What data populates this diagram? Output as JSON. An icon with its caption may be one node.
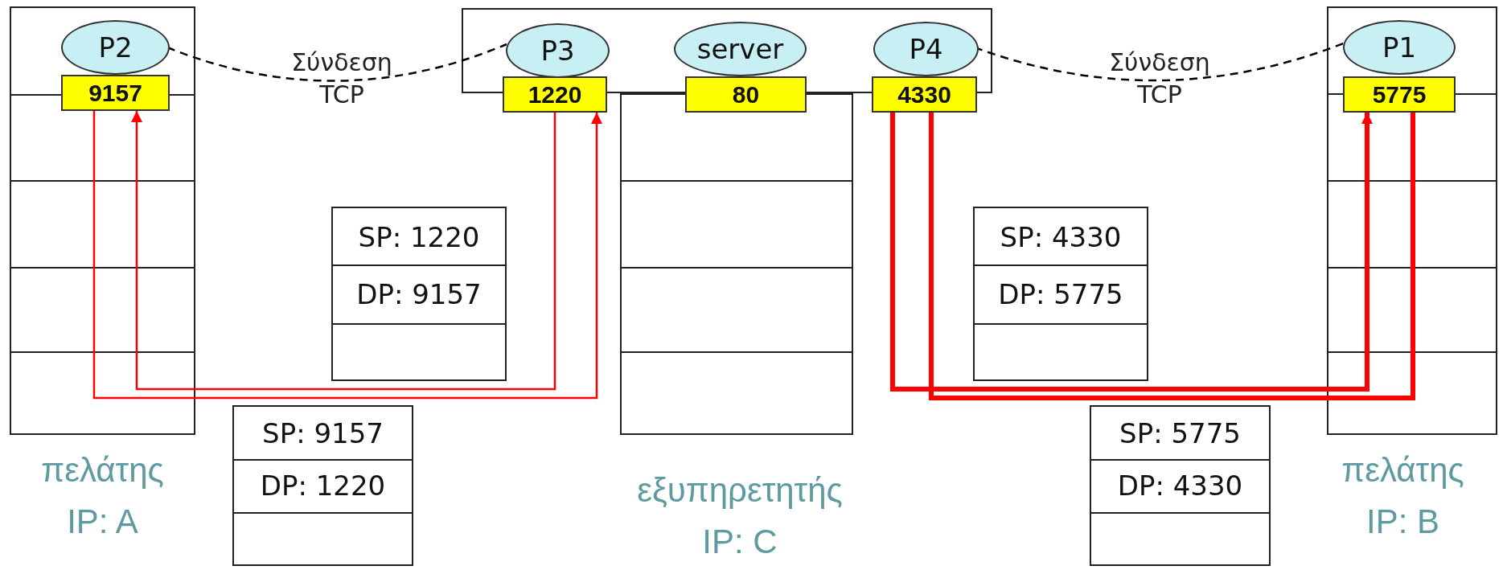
{
  "diagram": {
    "nodes": [
      {
        "text": [
          "πελάτης IP: A"
        ]
      },
      {
        "text": [
          "P2"
        ],
        "in": 0
      },
      {
        "text": [
          "9157"
        ],
        "in": 0
      },
      {
        "text": [],
        "shape": "box"
      },
      {
        "text": [
          "P3"
        ],
        "in": 3
      },
      {
        "text": [
          "1220"
        ]
      },
      {
        "text": [
          "server"
        ],
        "in": 3
      },
      {
        "text": [
          "80"
        ]
      },
      {
        "text": [
          "P4"
        ],
        "in": 3
      },
      {
        "text": [
          "4330"
        ]
      },
      {
        "text": [
          "εξυπηρετητής IP: C"
        ]
      },
      {
        "text": [
          "πελάτης IP: B"
        ]
      },
      {
        "text": [
          "P1"
        ],
        "in": 11
      },
      {
        "text": [
          "5775"
        ],
        "in": 11
      },
      {
        "text": [
          "SP: 1220",
          "DP: 9157"
        ]
      },
      {
        "text": [
          "SP: 9157",
          "DP: 1220"
        ]
      },
      {
        "text": [
          "SP: 4330",
          "DP: 5775"
        ]
      },
      {
        "text": [
          "SP: 5775",
          "DP: 4330"
        ]
      }
    ],
    "edges": [
      {
        "from": 1,
        "to": 4,
        "arrow": "none",
        "label": "Σύνδεση TCP",
        "style": "dashed",
        "color": "#000000"
      },
      {
        "from": 8,
        "to": 12,
        "arrow": "none",
        "label": "Σύνδεση TCP",
        "style": "dashed",
        "color": "#000000"
      },
      {
        "from": 5,
        "to": 2,
        "arrow": "to",
        "color": "#ff0000"
      },
      {
        "from": 2,
        "to": 5,
        "arrow": "to",
        "color": "#ff0000"
      },
      {
        "from": 9,
        "to": 13,
        "arrow": "to",
        "style": "thick",
        "color": "#ff0000"
      },
      {
        "from": 13,
        "to": 9,
        "arrow": "none",
        "style": "thick",
        "color": "#ff0000"
      }
    ]
  }
}
